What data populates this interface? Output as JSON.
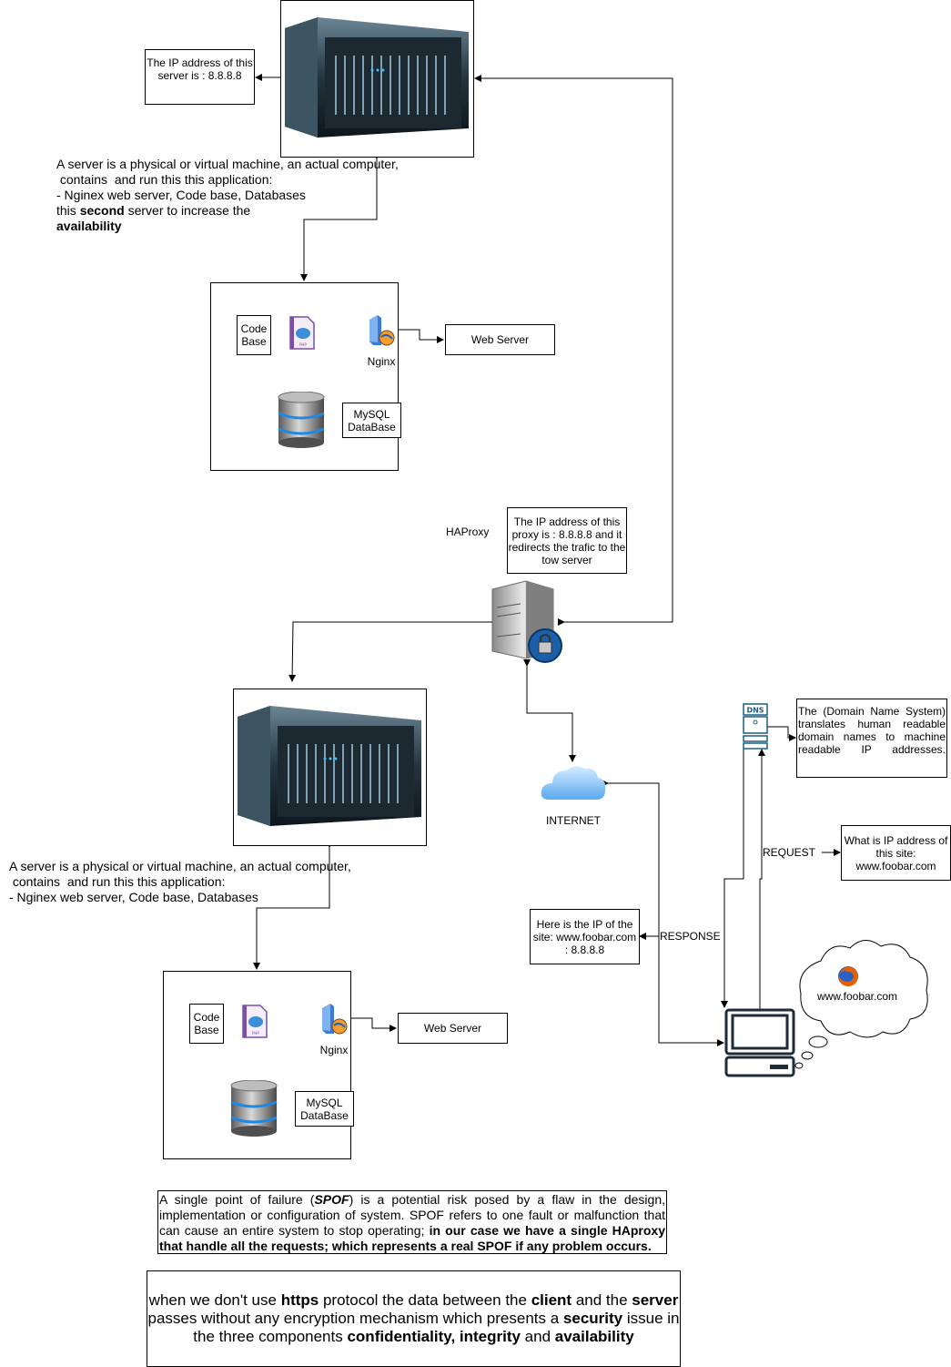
{
  "server1": {
    "ip_note": "The IP address of this server is : 8.8.8.8",
    "desc_line1": "A server is a physical or virtual machine, an actual computer,",
    "desc_line2": " contains  and run this this application:",
    "desc_line3": "- Nginex web server, Code base, Databases",
    "desc_line4_pre": "this ",
    "desc_line4_bold": "second",
    "desc_line4_post": " server to increase the",
    "desc_line5_bold": "availability"
  },
  "stack1": {
    "code_base": "Code Base",
    "nginx": "Nginx",
    "web_server": "Web Server",
    "database": "MySQL DataBase"
  },
  "haproxy": {
    "label": "HAProxy",
    "ip_note": "The IP address of this proxy is : 8.8.8.8 and it redirects the trafic to the tow server"
  },
  "server2": {
    "desc_line1": "A server is a physical or virtual machine, an actual computer,",
    "desc_line2": " contains  and run this this application:",
    "desc_line3": "- Nginex web server, Code base, Databases"
  },
  "stack2": {
    "code_base": "Code Base",
    "nginx": "Nginx",
    "web_server": "Web Server",
    "database": "MySQL DataBase"
  },
  "internet": {
    "label": "INTERNET"
  },
  "dns": {
    "icon_text": "DNS",
    "note": "The (Domain Name System) translates human readable domain names to machine readable IP addresses."
  },
  "client": {
    "request_label": "REQUEST",
    "request_note": "What is IP address of this site: www.foobar.com",
    "response_label": "RESPONSE",
    "response_note": "Here is the IP of the site: www.foobar.com : 8.8.8.8",
    "thought": "www.foobar.com"
  },
  "spof": {
    "part1": "A single point of failure (",
    "spof_word": "SPOF",
    "part2": ") is a potential risk posed by a flaw in the design, implementation or configuration of system. SPOF refers to one fault or malfunction that can cause an entire system to stop operating; ",
    "bold_tail": "in our case we have a single HAproxy that handle all the requests; which represents a real SPOF if any problem occurs."
  },
  "https_note": {
    "a": "when we don't use ",
    "b": "https",
    "c": " protocol the data between the ",
    "d": "client",
    "e": " and the ",
    "f": "server",
    "g": " passes without any encryption mechanism which presents a ",
    "h": "security",
    "i": " issue in the three components ",
    "j": "confidentiality, integrity",
    "k": " and ",
    "l": "availability"
  }
}
